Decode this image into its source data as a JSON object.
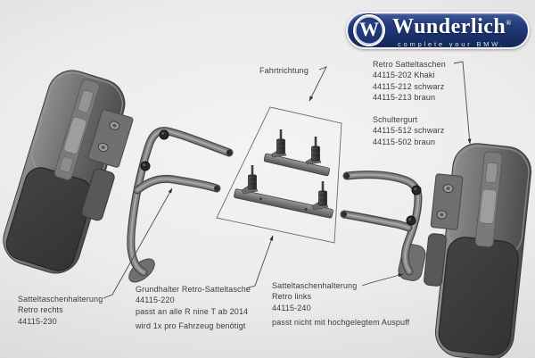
{
  "logo": {
    "brand": "Wunderlich",
    "registered": "®",
    "tagline": "complete your BMW.",
    "emblem_letter": "W",
    "pill_color": "#1d3472"
  },
  "annotations": {
    "fahrtrichtung": "Fahrtrichtung",
    "bags": {
      "title": "Retro Satteltaschen",
      "items": [
        "44115-202 Khaki",
        "44115-212 schwarz",
        "44115-213 braun"
      ]
    },
    "strap": {
      "title": "Schultergurt",
      "items": [
        "44115-512 schwarz",
        "44115-502 braun"
      ]
    },
    "holder_right": {
      "line1": "Satteltaschenhalterung",
      "line2": "Retro rechts",
      "line3": "44115-230"
    },
    "base_holder": {
      "line1": "Grundhalter Retro-Satteltasche",
      "line2": "44115-220",
      "line3": "passt an alle R nine T ab 2014",
      "note": "wird 1x pro Fahrzeug benötigt"
    },
    "holder_left": {
      "line1": "Satteltaschenhalterung",
      "line2": "Retro links",
      "line3": "44115-240",
      "note": "passt nicht mit hochgelegtem Auspuff"
    }
  },
  "parts": {
    "saddlebag_left_icon": "saddlebag-left-3d",
    "saddlebag_right_icon": "saddlebag-right-3d",
    "holder_right_icon": "tube-holder-right-3d",
    "holder_left_icon": "tube-holder-left-3d",
    "base_holder_icon": "base-holder-rails-3d"
  }
}
